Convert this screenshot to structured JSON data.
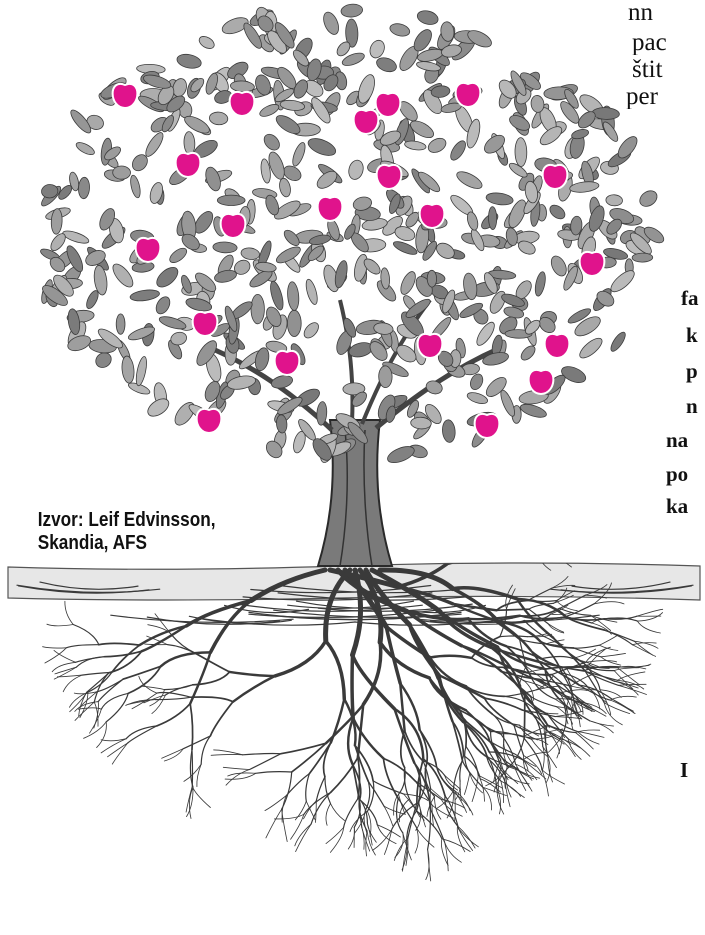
{
  "caption": {
    "line1": "Izvor: Leif Edvinsson,",
    "line2": "Skandia, AFS"
  },
  "cropped_text": {
    "top": [
      "nn",
      "pac",
      "štit",
      "per"
    ],
    "right": [
      "fa",
      "k",
      "p",
      "n",
      "na",
      "po",
      "ka",
      "I"
    ]
  },
  "illustration": {
    "subject": "tree-with-roots",
    "apple_color": "#e0138c",
    "foliage_color": "#8c8c8c",
    "ink_color": "#2a2a2a"
  }
}
